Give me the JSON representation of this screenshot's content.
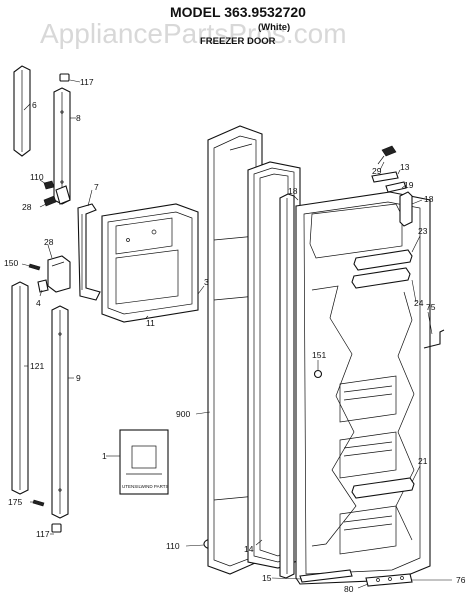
{
  "header": {
    "title": "MODEL 363.9532720",
    "subtitle_variant": "(White)",
    "subtitle_section": "FREEZER DOOR"
  },
  "watermark": "AppliancePartsPros.com",
  "callouts": [
    {
      "id": "6"
    },
    {
      "id": "117"
    },
    {
      "id": "8"
    },
    {
      "id": "110"
    },
    {
      "id": "28"
    },
    {
      "id": "7"
    },
    {
      "id": "28"
    },
    {
      "id": "150"
    },
    {
      "id": "4"
    },
    {
      "id": "11"
    },
    {
      "id": "3"
    },
    {
      "id": "121"
    },
    {
      "id": "9"
    },
    {
      "id": "1"
    },
    {
      "id": "175"
    },
    {
      "id": "117"
    },
    {
      "id": "110"
    },
    {
      "id": "900"
    },
    {
      "id": "18"
    },
    {
      "id": "29"
    },
    {
      "id": "13"
    },
    {
      "id": "19"
    },
    {
      "id": "18"
    },
    {
      "id": "23"
    },
    {
      "id": "24"
    },
    {
      "id": "75"
    },
    {
      "id": "151"
    },
    {
      "id": "21"
    },
    {
      "id": "14"
    },
    {
      "id": "15"
    },
    {
      "id": "80"
    },
    {
      "id": "76"
    }
  ],
  "manual_label": "UTENSILWIND PARTS"
}
